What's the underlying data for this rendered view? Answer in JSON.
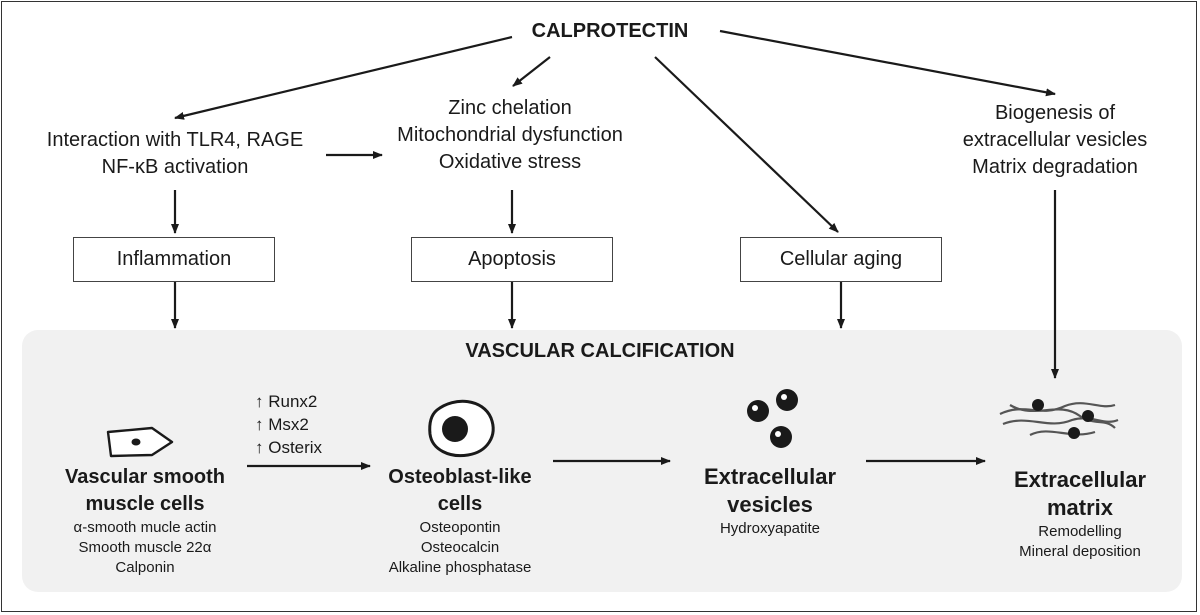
{
  "top": {
    "title": "CALPROTECTIN"
  },
  "mechanisms": {
    "receptor": {
      "lines": [
        "Interaction with TLR4, RAGE",
        "NF-κB activation"
      ]
    },
    "zinc": {
      "lines": [
        "Zinc chelation",
        "Mitochondrial dysfunction",
        "Oxidative stress"
      ]
    },
    "vesicle_bio": {
      "lines": [
        "Biogenesis of",
        "extracellular vesicles",
        "Matrix degradation"
      ]
    }
  },
  "processes": {
    "inflammation": "Inflammation",
    "apoptosis": "Apoptosis",
    "aging": "Cellular aging"
  },
  "calcification": {
    "title": "VASCULAR CALCIFICATION",
    "transition_markers": [
      "↑ Runx2",
      "↑ Msx2",
      "↑ Osterix"
    ],
    "stages": [
      {
        "title": [
          "Vascular smooth",
          "muscle cells"
        ],
        "markers": [
          "α-smooth mucle actin",
          "Smooth muscle 22α",
          "Calponin"
        ]
      },
      {
        "title": [
          "Osteoblast-like",
          "cells"
        ],
        "markers": [
          "Osteopontin",
          "Osteocalcin",
          "Alkaline phosphatase"
        ]
      },
      {
        "title": [
          "Extracellular",
          "vesicles"
        ],
        "markers": [
          "Hydroxyapatite"
        ]
      },
      {
        "title": [
          "Extracellular",
          "matrix"
        ],
        "markers": [
          "Remodelling",
          "Mineral deposition"
        ]
      }
    ]
  },
  "colors": {
    "arrow": "#1a1a1a",
    "panel": "#f1f1f1",
    "border": "#333333"
  }
}
